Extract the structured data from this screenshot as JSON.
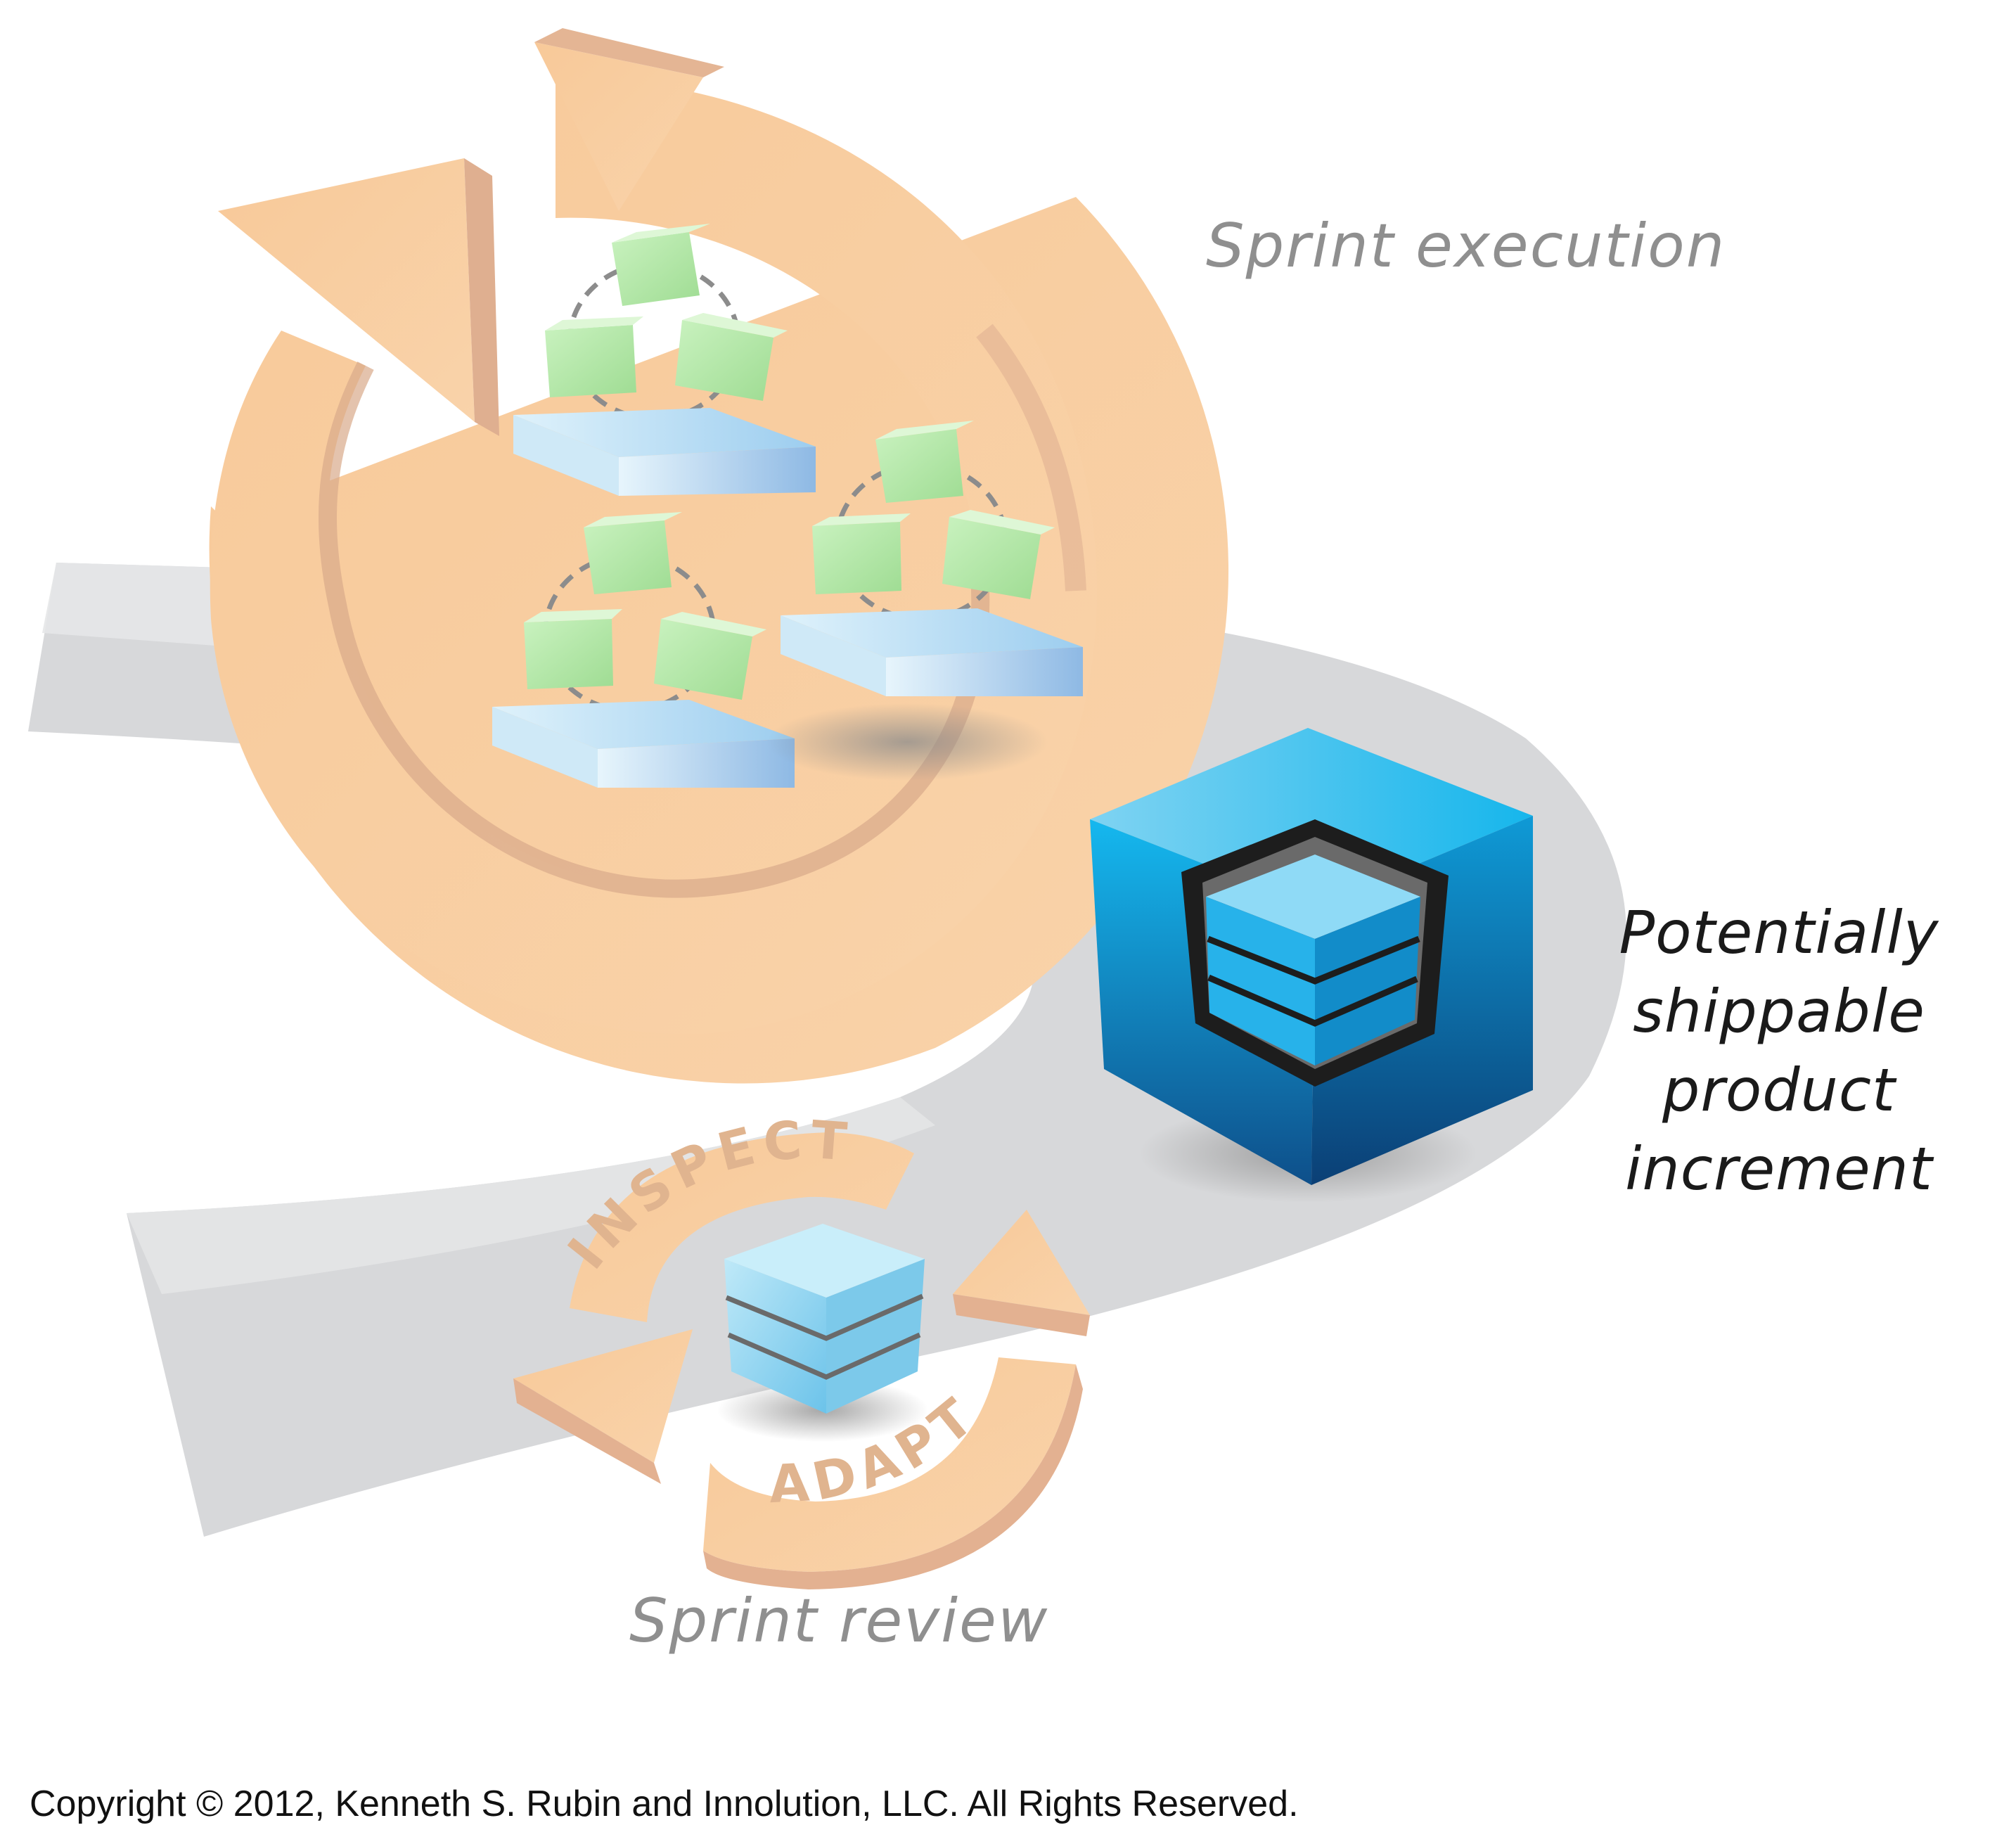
{
  "labels": {
    "sprint_execution": "Sprint execution",
    "increment_line1": "Potentially",
    "increment_line2": "shippable product",
    "increment_line3": "increment",
    "sprint_review": "Sprint review",
    "inspect": "INSPECT",
    "adapt": "ADAPT"
  },
  "footer": {
    "copyright": "Copyright © 2012, Kenneth S. Rubin and Innolution, LLC. All Rights Reserved."
  },
  "colors": {
    "cycle_arrow": "#f9cc9e",
    "cycle_arrow_shade": "#d8a989",
    "path": "#d5d6d8",
    "small_cube": "#b8ecb0",
    "platform": "#b6dcf4",
    "increment_cube": "#1aa6e0",
    "label_gray": "#8f8f8f"
  }
}
